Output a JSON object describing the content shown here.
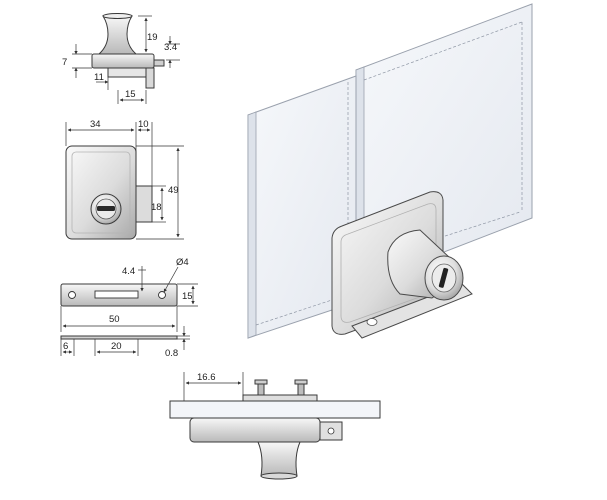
{
  "diagram": {
    "top_view": {
      "dims": {
        "height": "19",
        "pin": "3.4",
        "body": "7",
        "offset": "11",
        "width": "15"
      }
    },
    "front_view": {
      "dims": {
        "body_width": "34",
        "cylinder_width": "10",
        "height": "49",
        "cylinder_height": "18"
      }
    },
    "plate_view": {
      "dims": {
        "slot_height": "4.4",
        "hole_diameter": "Ø4",
        "height": "15",
        "length": "50",
        "edge": "6",
        "slot_length": "20",
        "thickness": "0.8"
      }
    },
    "bottom_view": {
      "dims": {
        "glass_overhang": "16.6"
      }
    },
    "colors": {
      "glass_fill": "#eef1f6",
      "glass_edge": "#c9ced8",
      "metal_light": "#f4f4f4",
      "metal_mid": "#d2d2d2",
      "metal_dark": "#8c8c8c",
      "line": "#333333"
    }
  }
}
